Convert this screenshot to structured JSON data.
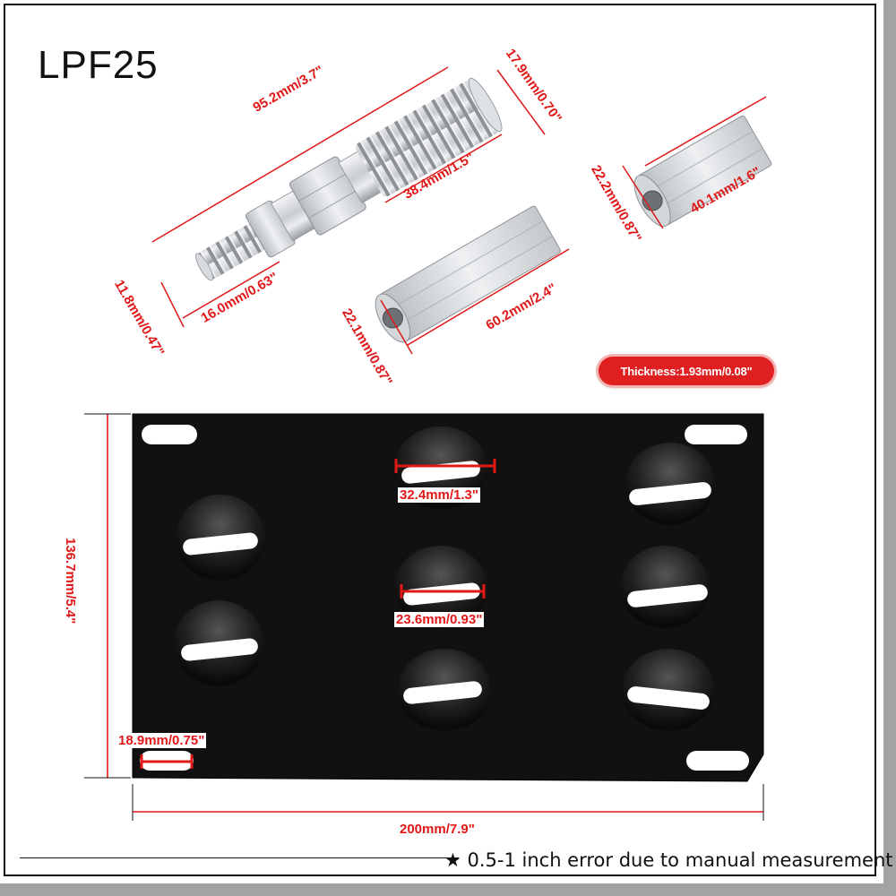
{
  "title": "LPF25",
  "thickness_label": "Thickness:1.93mm/0.08\"",
  "footer_note": "★ 0.5-1 inch error due to manual measurement",
  "colors": {
    "dimension": "#e01818",
    "plate": "#111111",
    "metal": "#c9ccd0",
    "frame": "#a3a3a3"
  },
  "dimensions": {
    "bolt_length": "95.2mm/3.7\"",
    "bolt_thread_length": "38.4mm/1.5\"",
    "bolt_thread_diameter": "17.9mm/0.70\"",
    "bolt_small_thread": "16.0mm/0.63\"",
    "bolt_end_diameter": "11.8mm/0.47\"",
    "long_spacer_length": "60.2mm/2.4\"",
    "long_spacer_width": "22.1mm/0.87\"",
    "short_spacer_length": "40.1mm/1.6\"",
    "short_spacer_width": "22.2mm/0.87\"",
    "slot_top_width": "32.4mm/1.3\"",
    "slot_middle_width": "23.6mm/0.93\"",
    "plate_height": "136.7mm/5.4\"",
    "corner_slot_width": "18.9mm/0.75\"",
    "plate_width": "200mm/7.9\""
  }
}
